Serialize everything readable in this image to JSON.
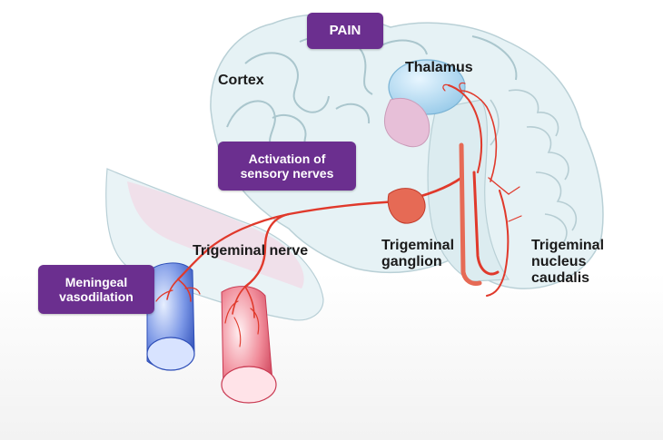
{
  "callouts": {
    "pain": "PAIN",
    "activation": [
      "Activation of",
      "sensory nerves"
    ],
    "meningeal": [
      "Meningeal",
      "vasodilation"
    ]
  },
  "labels": {
    "cortex": "Cortex",
    "thalamus": "Thalamus",
    "trigeminal_nerve": "Trigeminal nerve",
    "trigeminal_ganglion": [
      "Trigeminal",
      "ganglion"
    ],
    "trigeminal_nucleus": [
      "Trigeminal",
      "nucleus",
      "caudalis"
    ]
  },
  "colors": {
    "callout": "#6b2f8f",
    "nerve": "#e0392b",
    "brain": "#dceef2",
    "thalamus": "#bcdff0",
    "vein": "#4a6fd1",
    "artery": "#e15a6f"
  }
}
